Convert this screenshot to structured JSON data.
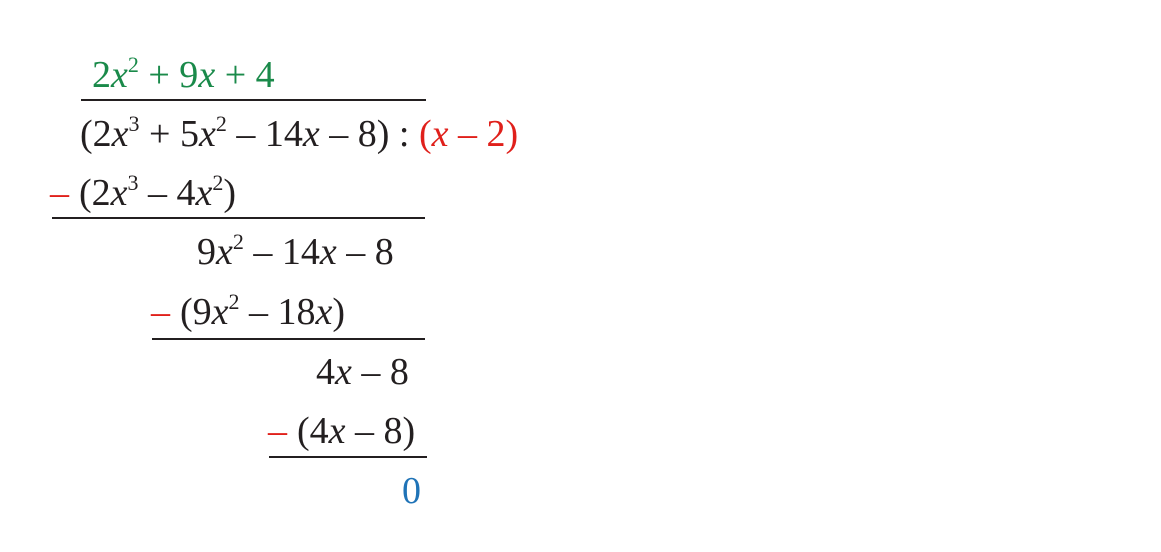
{
  "quotient": {
    "c1": "2",
    "v1": "x",
    "e1": "2",
    "t1": " + 9",
    "v2": "x",
    "t2": " + 4"
  },
  "dividend": {
    "t1": "(2",
    "v1": "x",
    "e1": "3",
    "t2": " + 5",
    "v2": "x",
    "e2": "2",
    "t3": " – 14",
    "v3": "x",
    "t4": " – 8)"
  },
  "colon": " : ",
  "divisor": {
    "t1": "(",
    "v1": "x",
    "t2": " – 2)"
  },
  "minus": "–",
  "step1": {
    "t1": "(2",
    "v1": "x",
    "e1": "3",
    "t2": " – 4",
    "v2": "x",
    "e2": "2",
    "t3": ")"
  },
  "remainder1": {
    "t1": "9",
    "v1": "x",
    "e1": "2",
    "t2": " – 14",
    "v2": "x",
    "t3": " – 8"
  },
  "step2": {
    "t1": "(9",
    "v1": "x",
    "e1": "2",
    "t2": " – 18",
    "v2": "x",
    "t3": ")"
  },
  "remainder2": {
    "t1": "4",
    "v1": "x",
    "t2": " – 8"
  },
  "step3": {
    "t1": "(4",
    "v1": "x",
    "t2": " – 8)"
  },
  "final_remainder": "0",
  "colors": {
    "quotient": "#1a8a4a",
    "divisor": "#e0201b",
    "minus": "#e0201b",
    "remainder": "#1f73b7",
    "text": "#231f20"
  }
}
